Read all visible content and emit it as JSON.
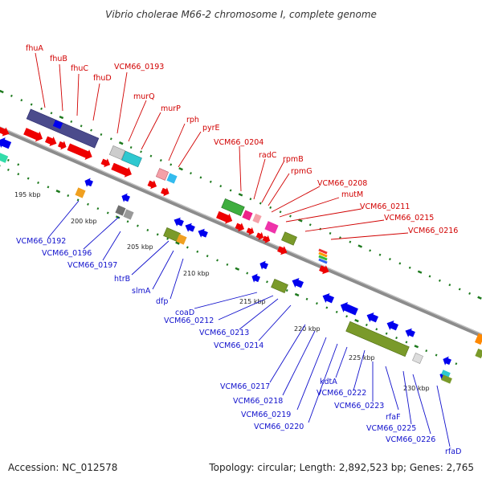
{
  "title": "Vibrio cholerae M66-2 chromosome I, complete genome",
  "footer": {
    "accession": "Accession: NC_012578",
    "summary": "Topology: circular; Length: 2,892,523 bp; Genes: 2,765"
  },
  "kbp_ticks": [
    "195 kbp",
    "200 kbp",
    "205 kbp",
    "210 kbp",
    "215 kbp",
    "220 kbp",
    "225 kbp",
    "230 kbp"
  ],
  "forward_genes": [
    "fhuA",
    "fhuB",
    "fhuC",
    "fhuD",
    "VCM66_0193",
    "murQ",
    "murP",
    "rph",
    "pyrE",
    "VCM66_0204",
    "radC",
    "rpmB",
    "rpmG",
    "VCM66_0208",
    "mutM",
    "VCM66_0211",
    "VCM66_0215",
    "VCM66_0216"
  ],
  "reverse_genes": [
    "VCM66_0192",
    "VCM66_0196",
    "VCM66_0197",
    "htrB",
    "slmA",
    "dfp",
    "coaD",
    "VCM66_0212",
    "VCM66_0213",
    "VCM66_0214",
    "VCM66_0217",
    "VCM66_0218",
    "VCM66_0219",
    "VCM66_0220",
    "kdtA",
    "VCM66_0222",
    "VCM66_0223",
    "rfaF",
    "VCM66_0225",
    "VCM66_0226",
    "rfaD"
  ],
  "colors": {
    "forward_label": "#d10000",
    "reverse_label": "#1010cc",
    "backbone": "#909090",
    "tick": "#1e7a1e",
    "cds_forward": "#ee0000",
    "cds_reverse": "#0000ee",
    "cog_purple": "#4b4b8c",
    "cog_cyan": "#2ec8d0",
    "cog_green": "#3fae3f",
    "cog_olive": "#7a9a2a",
    "cog_orange": "#f0a020",
    "cog_gray": "#707070"
  }
}
